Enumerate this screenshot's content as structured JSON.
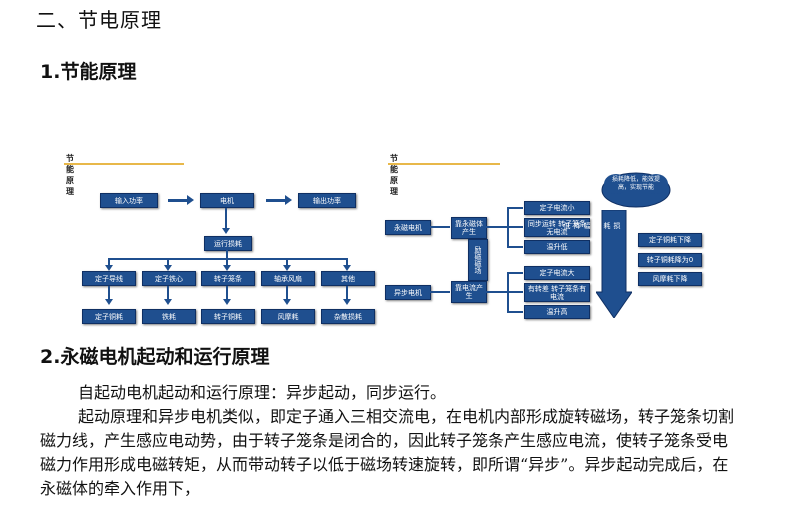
{
  "headings": {
    "h1": "二、节电原理",
    "h2": "1.节能原理",
    "h3": "2.永磁电机起动和运行原理"
  },
  "paragraphs": {
    "p1": "自起动电机起动和运行原理：异步起动，同步运行。",
    "p2": "起动原理和异步电机类似，即定子通入三相交流电，在电机内部形成旋转磁场，转子笼条切割磁力线，产生感应电动势，由于转子笼条是闭合的，因此转子笼条产生感应电流，使转子笼条受电磁力作用形成电磁转矩，从而带动转子以低于磁场转速旋转，即所谓“异步”。异步起动完成后，在永磁体的牵入作用下，"
  },
  "fig1": {
    "title": "节能原理",
    "input": "输入功率",
    "motor": "电机",
    "output": "输出功率",
    "run_loss": "运行损耗",
    "cats": [
      "定子导线",
      "定子铁心",
      "转子笼条",
      "轴承风扇",
      "其他"
    ],
    "losses": [
      "定子铜耗",
      "铁耗",
      "转子铜耗",
      "风摩耗",
      "杂散损耗"
    ]
  },
  "fig2": {
    "title": "节能原理",
    "pm_motor": "永磁电机",
    "async_motor": "异步电机",
    "pm_field": "靠永磁体产生",
    "ind_field": "靠电流产生",
    "excite": "励磁磁场",
    "pm_effects": [
      "定子电流小",
      "同步运转 转子笼条无电流",
      "温升低"
    ],
    "async_effects": [
      "定子电流大",
      "有转差 转子笼条有电流",
      "温升高"
    ],
    "big_arrow": "损耗大幅降低",
    "cloud": "损耗降低，能效提高，实现节能",
    "results": [
      "定子铜耗下降",
      "转子铜耗降为0",
      "风摩耗下降"
    ]
  }
}
